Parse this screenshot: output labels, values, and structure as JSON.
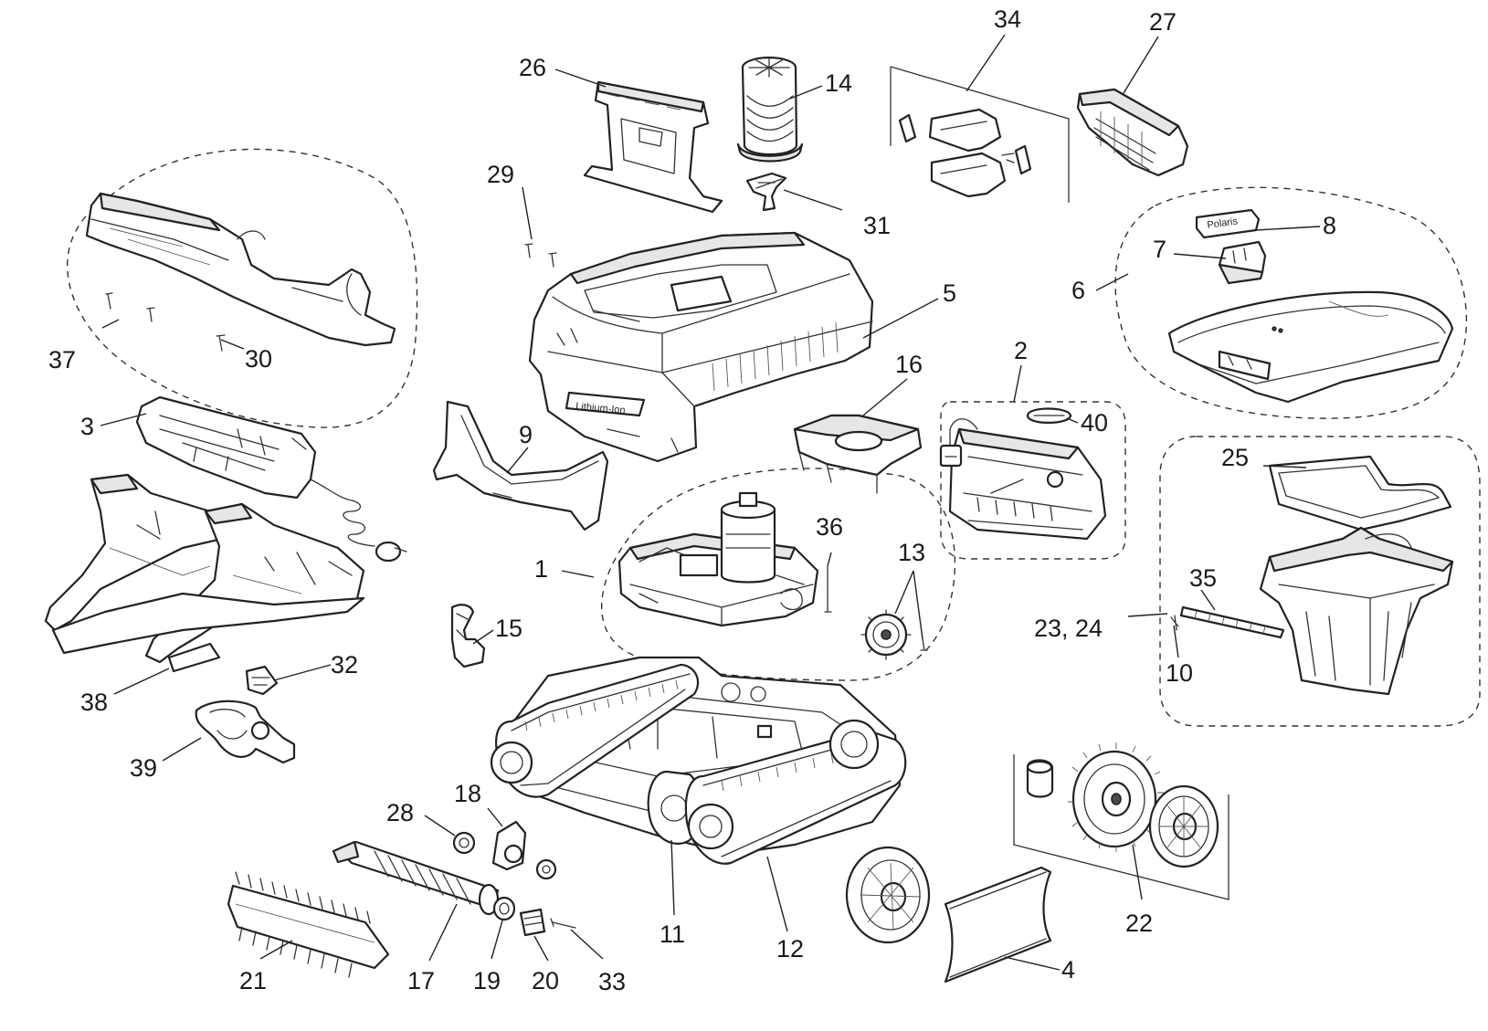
{
  "diagram": {
    "callouts": {
      "c1": "1",
      "c2": "2",
      "c3": "3",
      "c4": "4",
      "c5": "5",
      "c6": "6",
      "c7": "7",
      "c8": "8",
      "c9": "9",
      "c10": "10",
      "c11": "11",
      "c12": "12",
      "c13": "13",
      "c14": "14",
      "c15": "15",
      "c16": "16",
      "c17": "17",
      "c18": "18",
      "c19": "19",
      "c20": "20",
      "c21": "21",
      "c22": "22",
      "c23_24": "23, 24",
      "c25": "25",
      "c26": "26",
      "c27": "27",
      "c28": "28",
      "c29": "29",
      "c30": "30",
      "c31": "31",
      "c32": "32",
      "c33": "33",
      "c34": "34",
      "c35": "35",
      "c36": "36",
      "c37": "37",
      "c38": "38",
      "c39": "39",
      "c40": "40"
    },
    "labels": {
      "body_badge": "Lithium-Ion",
      "lid_badge": "Polaris"
    }
  }
}
